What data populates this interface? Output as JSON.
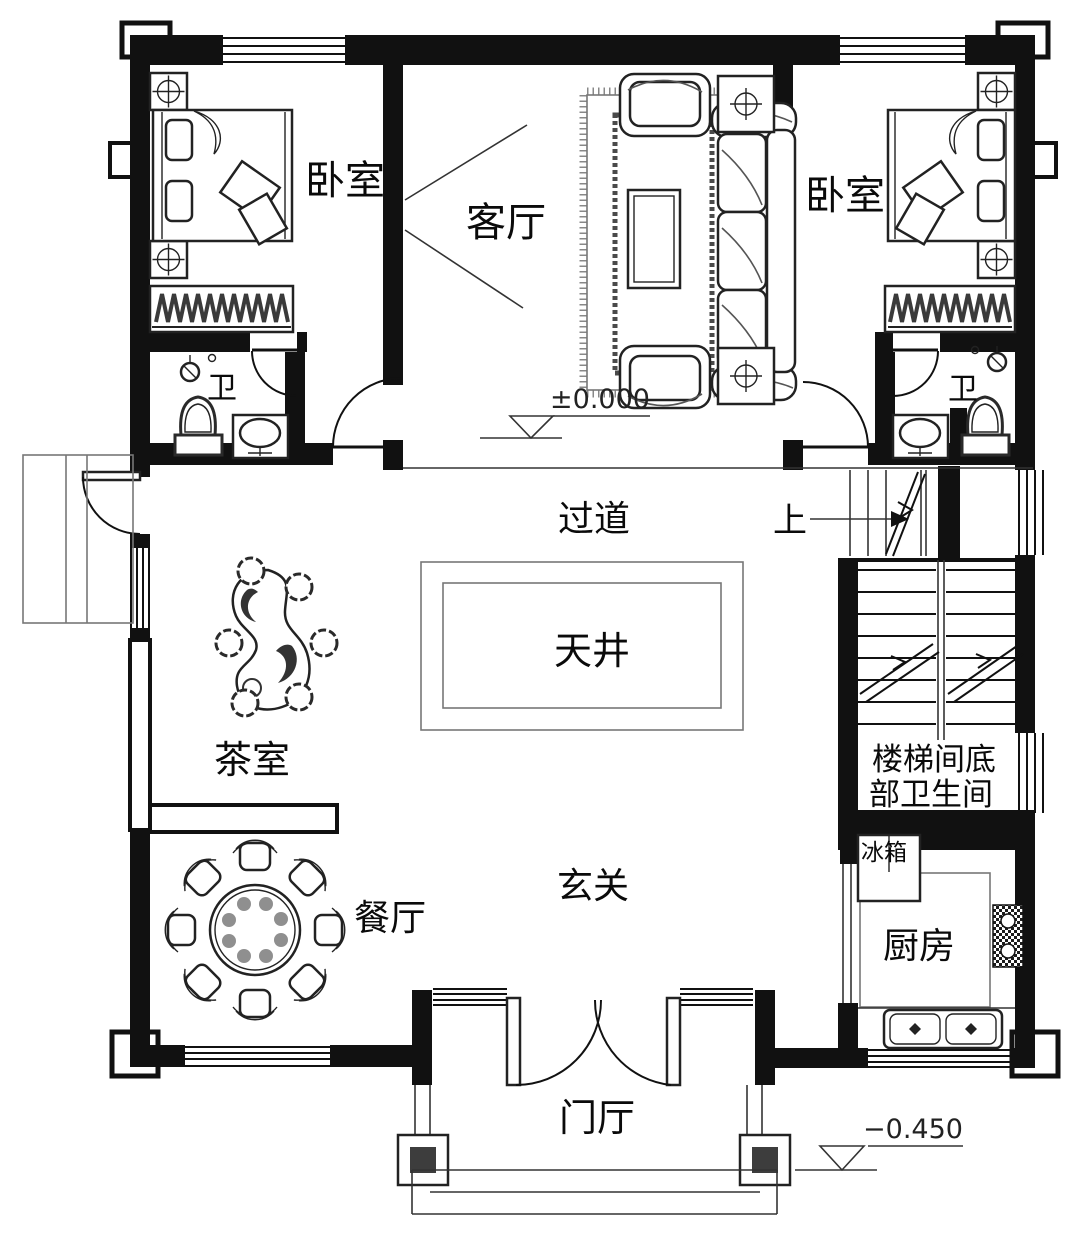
{
  "colors": {
    "line": "#111111",
    "medium_gray": "#555555",
    "light_gray": "#888888",
    "dark_fill": "#3d3d3d",
    "background": "#ffffff"
  },
  "labels": {
    "bedroom_left": "卧室",
    "living_room": "客厅",
    "bedroom_right": "卧室",
    "bath_left": "卫",
    "bath_right": "卫",
    "corridor": "过道",
    "up": "上",
    "skywell": "天井",
    "tea_room": "茶室",
    "stair_bath_line1": "楼梯间底",
    "stair_bath_line2": "部卫生间",
    "fridge": "冰箱",
    "dining_room": "餐厅",
    "entry_hall": "玄关",
    "kitchen": "厨房",
    "foyer": "门厅"
  },
  "elevations": {
    "ground": "±0.000",
    "entrance": "−0.450"
  }
}
